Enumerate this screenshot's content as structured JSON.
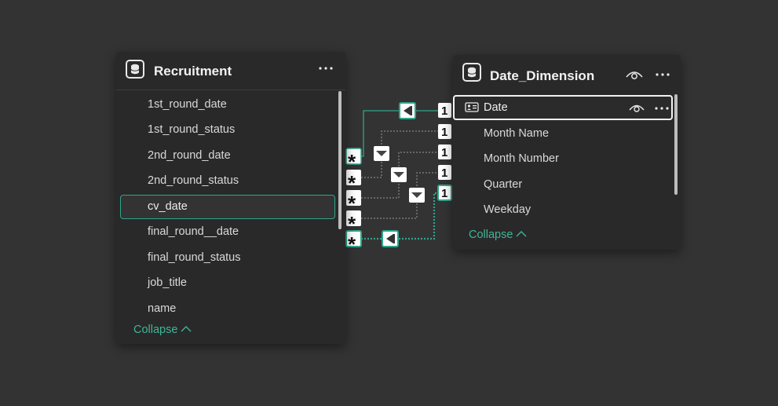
{
  "recruitment": {
    "title": "Recruitment",
    "fields": [
      "1st_round_date",
      "1st_round_status",
      "2nd_round_date",
      "2nd_round_status",
      "cv_date",
      "final_round__date",
      "final_round_status",
      "job_title",
      "name"
    ],
    "selected_field": "cv_date",
    "collapse_label": "Collapse"
  },
  "date_dimension": {
    "title": "Date_Dimension",
    "fields": [
      "Date",
      "Month Name",
      "Month Number",
      "Quarter",
      "Weekday"
    ],
    "selected_field": "Date",
    "collapse_label": "Collapse"
  },
  "relationships": {
    "many_symbol": "*",
    "one_symbol": "1",
    "count": 5,
    "active_count": 2
  },
  "icons": [
    "table-icon",
    "more-options-icon",
    "eye-icon",
    "key-card-icon",
    "chevron-up-icon",
    "arrow-left-icon",
    "arrow-down-icon"
  ],
  "colors": {
    "accent": "#3fb597",
    "background": "#333333",
    "card": "#292929"
  }
}
